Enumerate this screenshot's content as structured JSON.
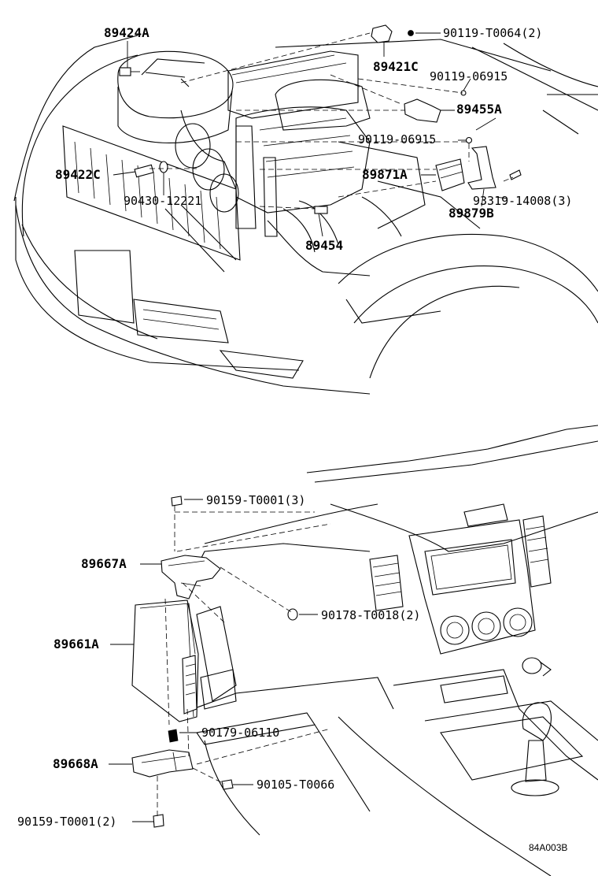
{
  "diagram_code": "84A003B",
  "labels": {
    "p89424A": "89424A",
    "p90119_T0064": "90119-T0064(2)",
    "p89421C": "89421C",
    "p90119_06915_a": "90119-06915",
    "p89455A": "89455A",
    "p90119_06915_b": "90119-06915",
    "p89422C": "89422C",
    "p89871A": "89871A",
    "p90430_12221": "90430-12221",
    "p93319_14008": "93319-14008(3)",
    "p89879B": "89879B",
    "p89454": "89454",
    "p90159_T0001_top": "90159-T0001(3)",
    "p89667A": "89667A",
    "p90178_T0018": "90178-T0018(2)",
    "p89661A": "89661A",
    "p90179_06110": "90179-06110",
    "p89668A": "89668A",
    "p90105_T0066": "90105-T0066",
    "p90159_T0001_bottom": "90159-T0001(2)"
  }
}
